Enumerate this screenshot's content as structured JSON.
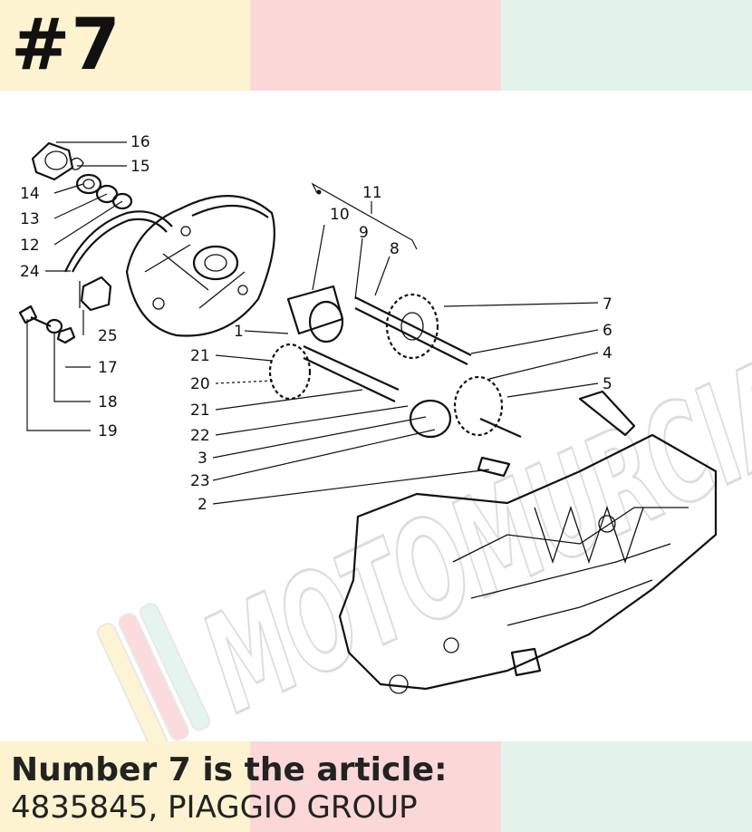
{
  "header": {
    "item_number": "#7"
  },
  "caption": {
    "line1": "Number 7 is the article:",
    "line2": "4835845, PIAGGIO GROUP"
  },
  "watermark": {
    "text": "MOTOMURCIA"
  },
  "colors": {
    "band_yellow": "#fdf3d0",
    "band_pink": "#fbd7d7",
    "band_green": "#e3f3ec"
  },
  "callouts": [
    "16",
    "15",
    "14",
    "13",
    "12",
    "24",
    "25",
    "17",
    "18",
    "19",
    "11",
    "10",
    "9",
    "8",
    "7",
    "6",
    "4",
    "5",
    "1",
    "21",
    "20",
    "21",
    "22",
    "3",
    "23",
    "2"
  ]
}
